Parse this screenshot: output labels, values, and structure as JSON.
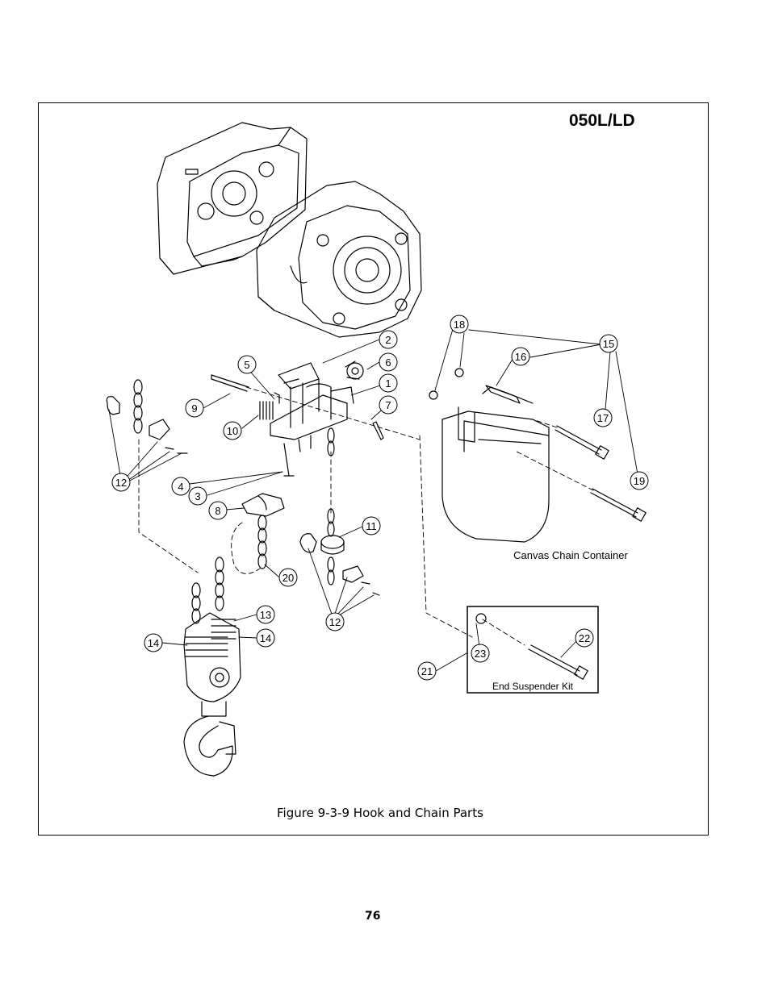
{
  "header": {
    "model": "050L/LD"
  },
  "figure": {
    "caption": "Figure 9-3-9 Hook and Chain Parts",
    "container_label": "Canvas Chain Container",
    "kit_label": "End Suspender Kit",
    "callouts": {
      "c1": "1",
      "c2": "2",
      "c3": "3",
      "c4": "4",
      "c5": "5",
      "c6": "6",
      "c7": "7",
      "c8": "8",
      "c9": "9",
      "c10": "10",
      "c11": "11",
      "c12a": "12",
      "c12b": "12",
      "c13": "13",
      "c14a": "14",
      "c14b": "14",
      "c15": "15",
      "c16": "16",
      "c17": "17",
      "c18": "18",
      "c19": "19",
      "c20": "20",
      "c21": "21",
      "c22": "22",
      "c23": "23"
    }
  },
  "footer": {
    "page_number": "76"
  }
}
